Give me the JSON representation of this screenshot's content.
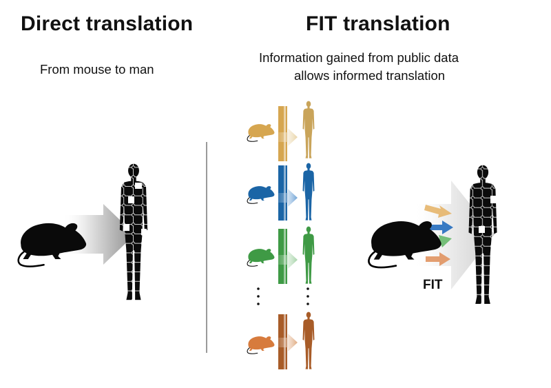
{
  "left_panel": {
    "title": "Direct translation",
    "subtitle": "From mouse to man"
  },
  "right_panel": {
    "title": "FIT translation",
    "subtitle_line1": "Information gained from public data",
    "subtitle_line2": "allows informed translation",
    "fit_label": "FIT"
  },
  "colors": {
    "gold": "#D6A650",
    "blue": "#1B65A6",
    "green": "#3F9A45",
    "brown": "#A85C28",
    "divider": "#9a9a9a"
  }
}
